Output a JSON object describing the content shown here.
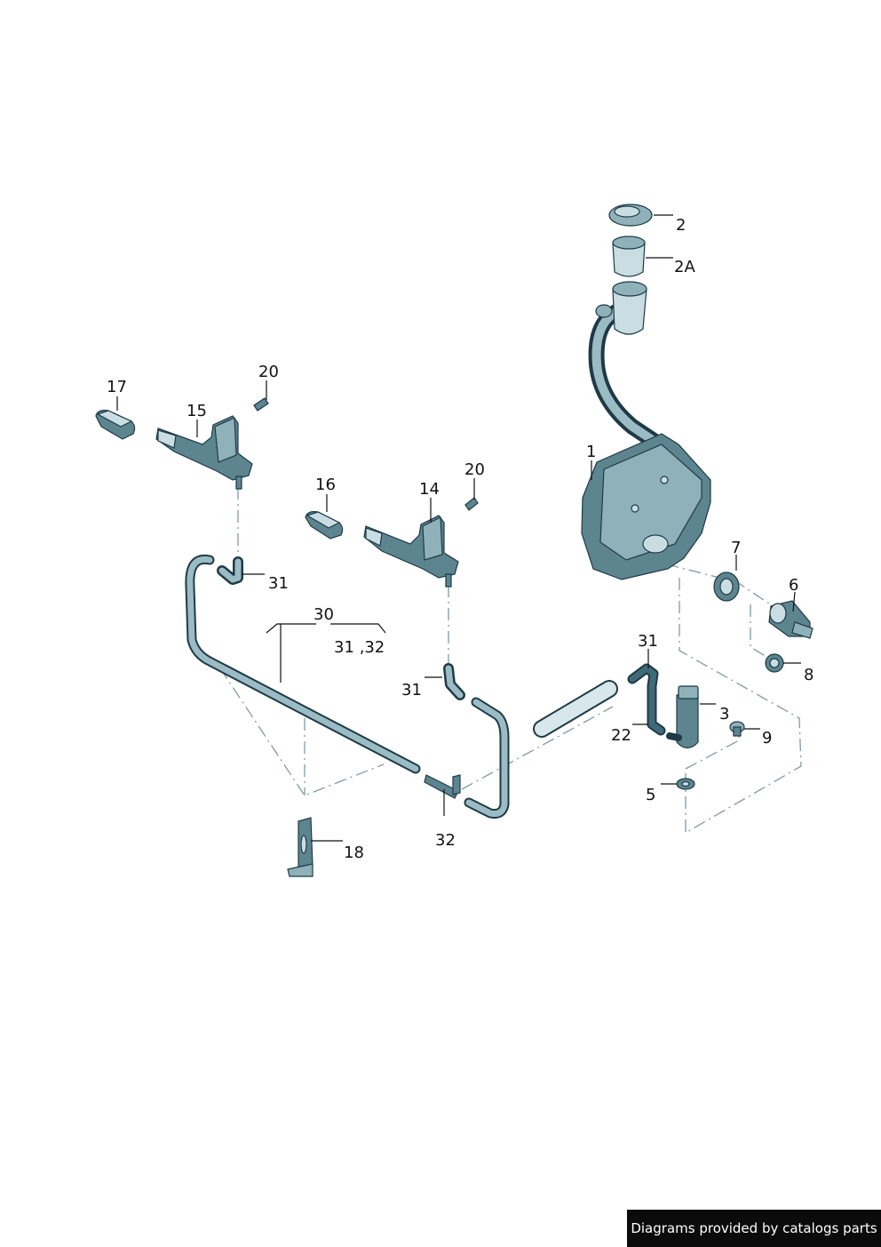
{
  "labels": {
    "l1": "1",
    "l2": "2",
    "l2a": "2A",
    "l3": "3",
    "l5": "5",
    "l6": "6",
    "l7": "7",
    "l8": "8",
    "l9": "9",
    "l14": "14",
    "l15": "15",
    "l16": "16",
    "l17": "17",
    "l18": "18",
    "l20a": "20",
    "l20b": "20",
    "l22": "22",
    "l30": "30",
    "l3132": "31 ‚32",
    "l31a": "31",
    "l31b": "31",
    "l31c": "31",
    "l32": "32"
  },
  "credit": "Diagrams provided by catalogs parts"
}
